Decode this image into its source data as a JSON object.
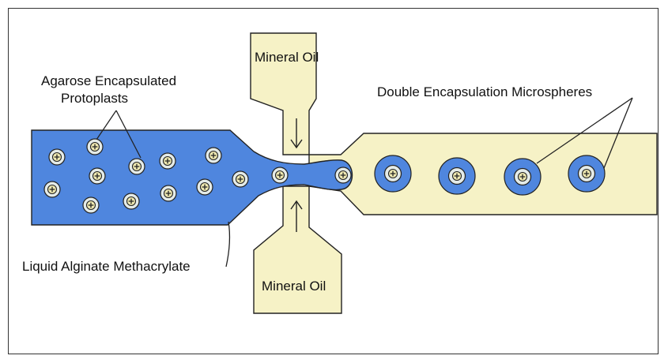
{
  "diagram": {
    "labels": {
      "oil_top": "Mineral Oil",
      "oil_bottom": "Mineral Oil",
      "agarose_line1": "Agarose Encapsulated",
      "agarose_line2": "Protoplasts",
      "alginate": "Liquid Alginate Methacrylate",
      "double": "Double Encapsulation Microspheres"
    },
    "colors": {
      "alginate_fill": "#4f86de",
      "oil_fill": "#f6f2c6",
      "outline": "#222222",
      "protoplast_fill": "#ede7b0",
      "agarose_ring": "#e4ebe8"
    },
    "icons": {
      "protoplast": "circle-plus-icon",
      "flow_arrow": "arrow-icon"
    }
  }
}
